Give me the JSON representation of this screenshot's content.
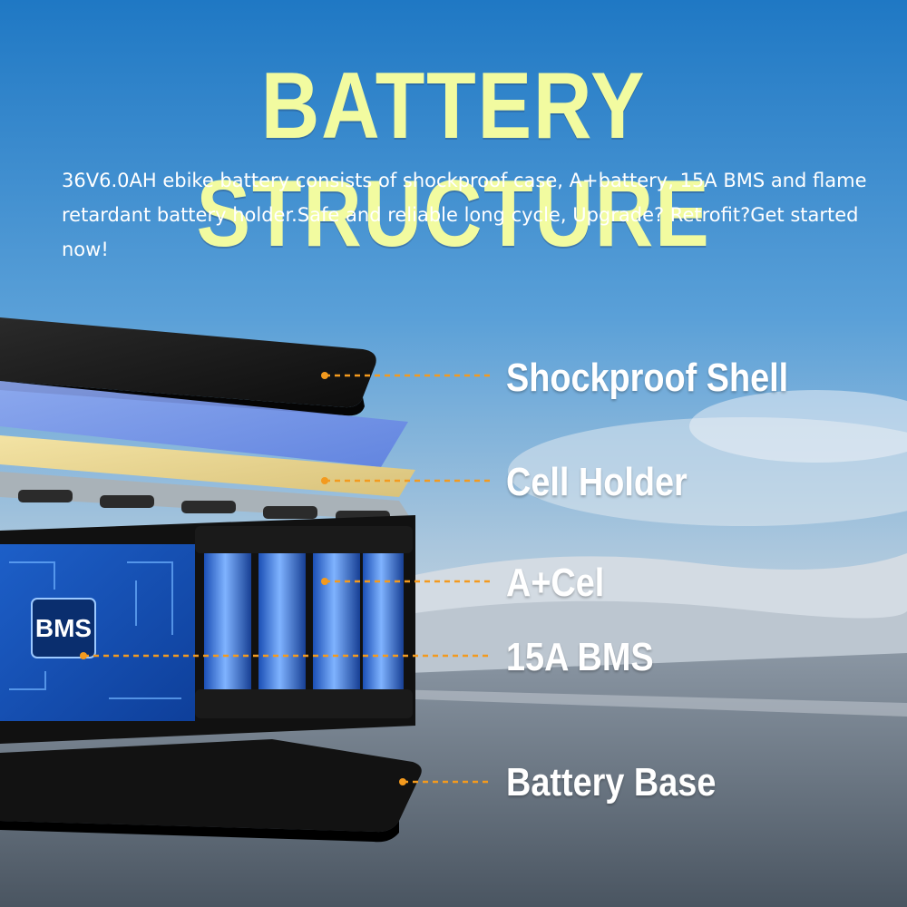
{
  "title": "BATTERY STRUCTURE",
  "description": "36V6.0AH ebike battery consists of shockproof case, A+battery, 15A BMS and flame retardant battery holder.Safe and reliable long cycle, Upgrade? Retrofit?Get started now!",
  "callouts": [
    {
      "label": "Shockproof Shell"
    },
    {
      "label": "Cell Holder"
    },
    {
      "label": "A+Cel"
    },
    {
      "label": "15A BMS"
    },
    {
      "label": "Battery Base"
    }
  ],
  "bms_chip_label": "BMS",
  "colors": {
    "title": "#f2fba0",
    "callout_line": "#f39a1e",
    "sky_top": "#1f78c4",
    "cell_blue": "#2f6fd6"
  }
}
